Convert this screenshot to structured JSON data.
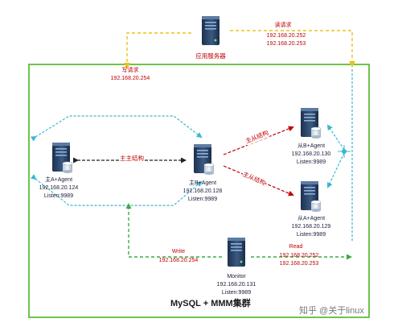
{
  "app_server": {
    "title": "应用服务器"
  },
  "flows": {
    "write_request": {
      "label": "写请求",
      "ip": "192.168.20.254"
    },
    "read_request": {
      "label": "读请求",
      "ips": [
        "192.168.20.252",
        "192.168.20.253"
      ]
    },
    "master_master": "主主结构",
    "master_slave_top": "主从结构",
    "master_slave_bottom": "主从结构"
  },
  "nodes": {
    "master_a": {
      "name": "主A+Agent",
      "ip": "192.168.20.124",
      "listen": "Listen:9989"
    },
    "master_b": {
      "name": "主B+Agent",
      "ip": "192.168.20.128",
      "listen": "Listen:9989"
    },
    "slave_b": {
      "name": "从B+Agent",
      "ip": "192.168.20.130",
      "listen": "Listen:9989"
    },
    "slave_a": {
      "name": "从A+Agent",
      "ip": "192.168.20.129",
      "listen": "Listen:9989"
    },
    "monitor": {
      "name": "Monitor",
      "ip": "192.168.20.131",
      "listen": "Listen:9989"
    }
  },
  "monitor_flows": {
    "write": {
      "label": "Write",
      "ip": "192.168.20.254"
    },
    "read": {
      "label": "Read",
      "ips": [
        "192.168.20.252",
        "192.168.20.253"
      ]
    }
  },
  "cluster": {
    "title": "MySQL + MMM集群"
  },
  "watermark": "知乎 @关于linux",
  "colors": {
    "cluster_border": "#5cbf3a",
    "request_arrow": "#e8c31c",
    "cyan_link": "#39b8cf",
    "green_link": "#3daa45",
    "label_red": "#c00000",
    "server": "#2c4566"
  }
}
